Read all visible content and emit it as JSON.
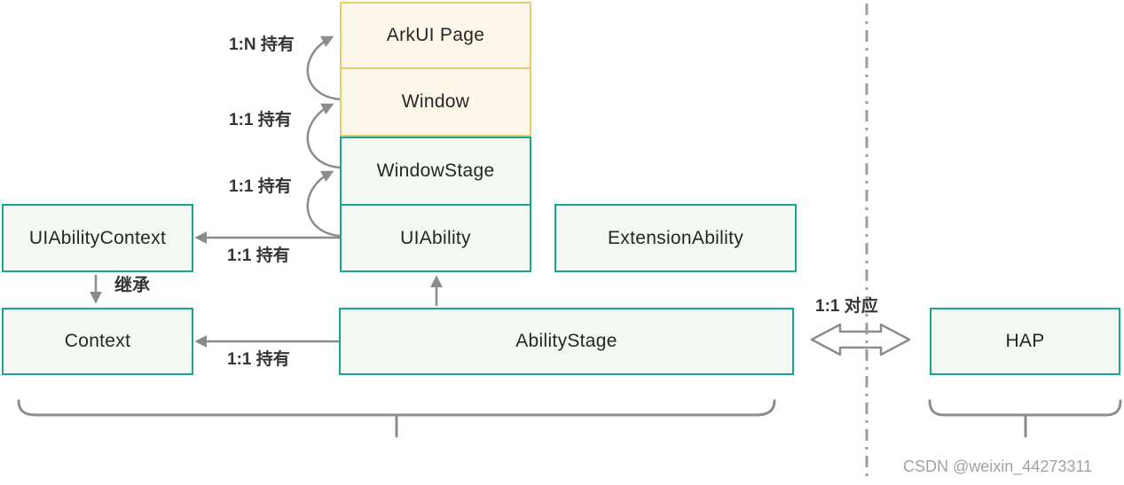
{
  "colors": {
    "gold_border": "#e9c972",
    "gold_fill": "#fcf7e8",
    "teal_border": "#16a68c",
    "teal_fill": "#f3f8f2",
    "arrow_gray": "#8c8c8c",
    "label_text": "#353535",
    "box_text": "#262626",
    "watermark_text": "#a2a2a2"
  },
  "boxes": {
    "arkui_page": "ArkUI Page",
    "window": "Window",
    "window_stage": "WindowStage",
    "ui_ability": "UIAbility",
    "ui_ability_context": "UIAbilityContext",
    "context": "Context",
    "extension_ability": "ExtensionAbility",
    "ability_stage": "AbilityStage",
    "hap": "HAP"
  },
  "relations": {
    "window_holds_pages": "1:N 持有",
    "windowstage_holds_window": "1:1 持有",
    "uiability_holds_windowstage": "1:1 持有",
    "uiability_holds_context": "1:1 持有",
    "abilitystage_holds_context": "1:1 持有",
    "inherit": "继承",
    "correspond": "1:1 对应"
  },
  "watermark": "CSDN @weixin_44273311"
}
